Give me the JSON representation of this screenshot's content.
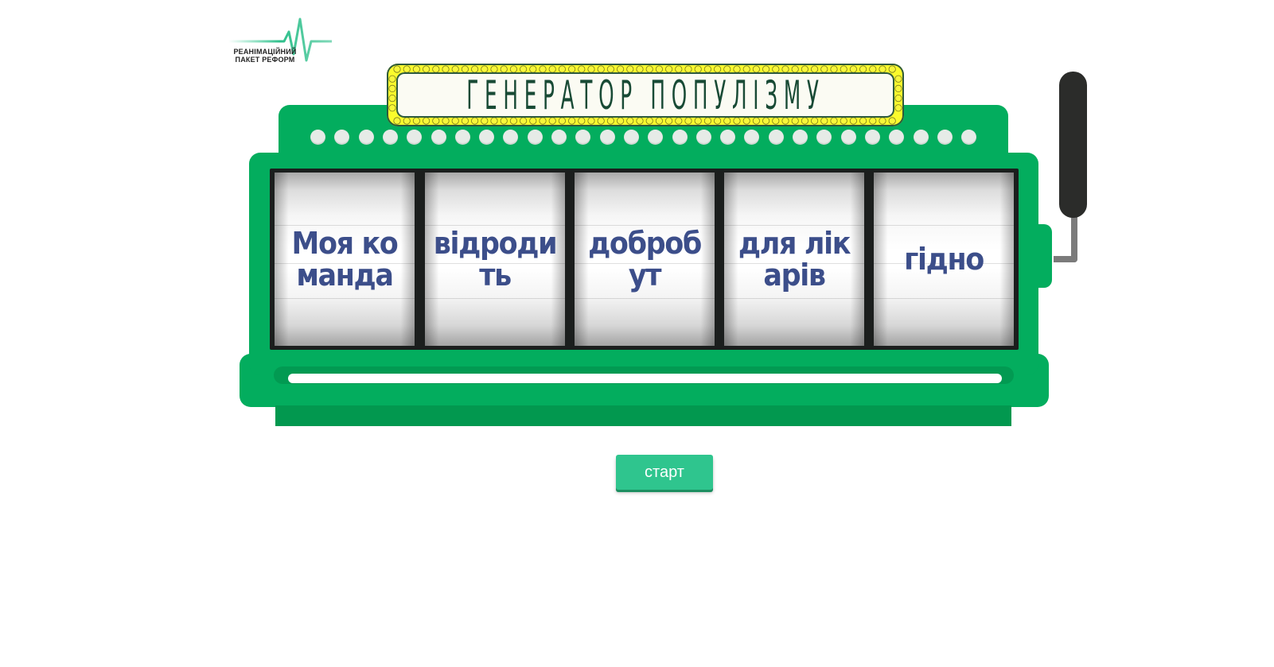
{
  "logo": {
    "line1": "РЕАНІМАЦІЙНИЙ",
    "line2": "ПАКЕТ РЕФОРМ",
    "icon": "heartbeat-pulse-icon"
  },
  "marquee": {
    "title": "ГЕНЕРАТОР ПОПУЛІЗМУ"
  },
  "reels": [
    {
      "text": "Моя команда"
    },
    {
      "text": "відродить"
    },
    {
      "text": "добробут"
    },
    {
      "text": "для лікарів"
    },
    {
      "text": "гідно"
    }
  ],
  "lever": {
    "icon": "slot-lever-icon"
  },
  "start_button": {
    "label": "старт"
  },
  "colors": {
    "machine_green": "#03ad5e",
    "marquee_yellow": "#fbfb2c",
    "reel_text": "#3c4e8a",
    "button_green": "#2fc58e"
  }
}
